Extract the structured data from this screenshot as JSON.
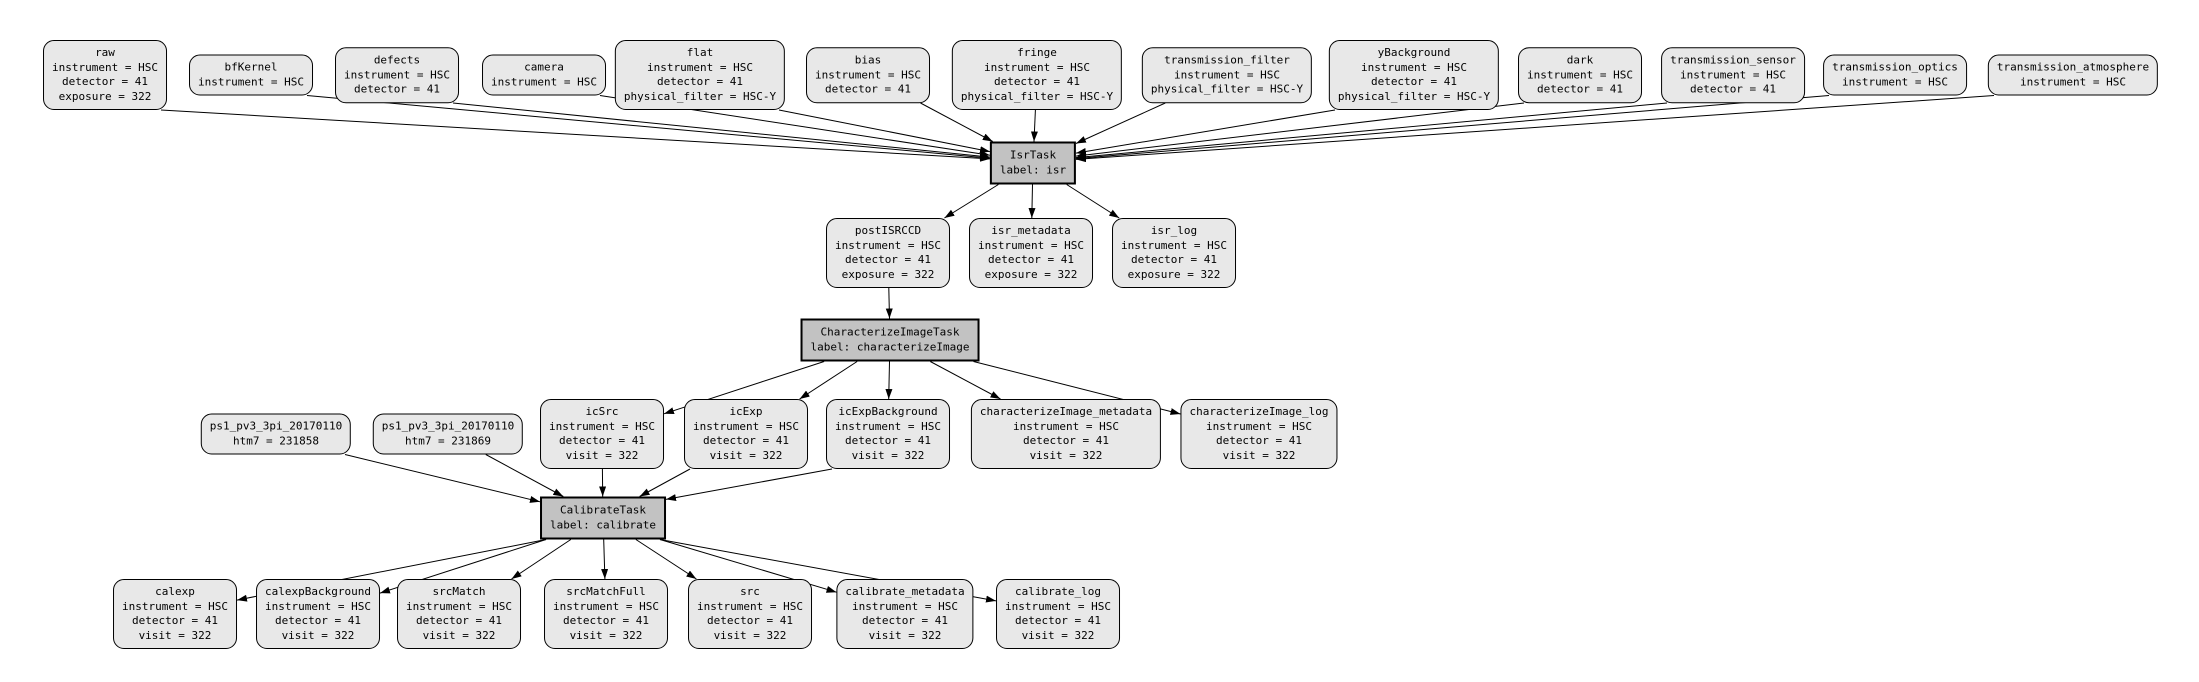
{
  "diagram": {
    "colors": {
      "background": "#ffffff",
      "dataset_fill": "#e8e8e8",
      "task_fill": "#c2c2c2",
      "border": "#000000",
      "edge": "#000000"
    },
    "nodes": [
      {
        "id": "raw",
        "kind": "dataset",
        "lines": [
          "raw",
          "instrument = HSC",
          "detector = 41",
          "exposure = 322"
        ]
      },
      {
        "id": "bfKernel",
        "kind": "dataset",
        "lines": [
          "bfKernel",
          "instrument = HSC"
        ]
      },
      {
        "id": "defects",
        "kind": "dataset",
        "lines": [
          "defects",
          "instrument = HSC",
          "detector = 41"
        ]
      },
      {
        "id": "camera",
        "kind": "dataset",
        "lines": [
          "camera",
          "instrument = HSC"
        ]
      },
      {
        "id": "flat",
        "kind": "dataset",
        "lines": [
          "flat",
          "instrument = HSC",
          "detector = 41",
          "physical_filter = HSC-Y"
        ]
      },
      {
        "id": "bias",
        "kind": "dataset",
        "lines": [
          "bias",
          "instrument = HSC",
          "detector = 41"
        ]
      },
      {
        "id": "fringe",
        "kind": "dataset",
        "lines": [
          "fringe",
          "instrument = HSC",
          "detector = 41",
          "physical_filter = HSC-Y"
        ]
      },
      {
        "id": "transmission_filter",
        "kind": "dataset",
        "lines": [
          "transmission_filter",
          "instrument = HSC",
          "physical_filter = HSC-Y"
        ]
      },
      {
        "id": "yBackground",
        "kind": "dataset",
        "lines": [
          "yBackground",
          "instrument = HSC",
          "detector = 41",
          "physical_filter = HSC-Y"
        ]
      },
      {
        "id": "dark",
        "kind": "dataset",
        "lines": [
          "dark",
          "instrument = HSC",
          "detector = 41"
        ]
      },
      {
        "id": "transmission_sensor",
        "kind": "dataset",
        "lines": [
          "transmission_sensor",
          "instrument = HSC",
          "detector = 41"
        ]
      },
      {
        "id": "transmission_optics",
        "kind": "dataset",
        "lines": [
          "transmission_optics",
          "instrument = HSC"
        ]
      },
      {
        "id": "transmission_atmosphere",
        "kind": "dataset",
        "lines": [
          "transmission_atmosphere",
          "instrument = HSC"
        ]
      },
      {
        "id": "isr",
        "kind": "task",
        "lines": [
          "IsrTask",
          "label: isr"
        ]
      },
      {
        "id": "postISRCCD",
        "kind": "dataset",
        "lines": [
          "postISRCCD",
          "instrument = HSC",
          "detector = 41",
          "exposure = 322"
        ]
      },
      {
        "id": "isr_metadata",
        "kind": "dataset",
        "lines": [
          "isr_metadata",
          "instrument = HSC",
          "detector = 41",
          "exposure = 322"
        ]
      },
      {
        "id": "isr_log",
        "kind": "dataset",
        "lines": [
          "isr_log",
          "instrument = HSC",
          "detector = 41",
          "exposure = 322"
        ]
      },
      {
        "id": "characterizeImage",
        "kind": "task",
        "lines": [
          "CharacterizeImageTask",
          "label: characterizeImage"
        ]
      },
      {
        "id": "ps1_a",
        "kind": "dataset",
        "lines": [
          "ps1_pv3_3pi_20170110",
          "htm7 = 231858"
        ]
      },
      {
        "id": "ps1_b",
        "kind": "dataset",
        "lines": [
          "ps1_pv3_3pi_20170110",
          "htm7 = 231869"
        ]
      },
      {
        "id": "icSrc",
        "kind": "dataset",
        "lines": [
          "icSrc",
          "instrument = HSC",
          "detector = 41",
          "visit = 322"
        ]
      },
      {
        "id": "icExp",
        "kind": "dataset",
        "lines": [
          "icExp",
          "instrument = HSC",
          "detector = 41",
          "visit = 322"
        ]
      },
      {
        "id": "icExpBackground",
        "kind": "dataset",
        "lines": [
          "icExpBackground",
          "instrument = HSC",
          "detector = 41",
          "visit = 322"
        ]
      },
      {
        "id": "characterizeImage_metadata",
        "kind": "dataset",
        "lines": [
          "characterizeImage_metadata",
          "instrument = HSC",
          "detector = 41",
          "visit = 322"
        ]
      },
      {
        "id": "characterizeImage_log",
        "kind": "dataset",
        "lines": [
          "characterizeImage_log",
          "instrument = HSC",
          "detector = 41",
          "visit = 322"
        ]
      },
      {
        "id": "calibrate",
        "kind": "task",
        "lines": [
          "CalibrateTask",
          "label: calibrate"
        ]
      },
      {
        "id": "calexp",
        "kind": "dataset",
        "lines": [
          "calexp",
          "instrument = HSC",
          "detector = 41",
          "visit = 322"
        ]
      },
      {
        "id": "calexpBackground",
        "kind": "dataset",
        "lines": [
          "calexpBackground",
          "instrument = HSC",
          "detector = 41",
          "visit = 322"
        ]
      },
      {
        "id": "srcMatch",
        "kind": "dataset",
        "lines": [
          "srcMatch",
          "instrument = HSC",
          "detector = 41",
          "visit = 322"
        ]
      },
      {
        "id": "srcMatchFull",
        "kind": "dataset",
        "lines": [
          "srcMatchFull",
          "instrument = HSC",
          "detector = 41",
          "visit = 322"
        ]
      },
      {
        "id": "src",
        "kind": "dataset",
        "lines": [
          "src",
          "instrument = HSC",
          "detector = 41",
          "visit = 322"
        ]
      },
      {
        "id": "calibrate_metadata",
        "kind": "dataset",
        "lines": [
          "calibrate_metadata",
          "instrument = HSC",
          "detector = 41",
          "visit = 322"
        ]
      },
      {
        "id": "calibrate_log",
        "kind": "dataset",
        "lines": [
          "calibrate_log",
          "instrument = HSC",
          "detector = 41",
          "visit = 322"
        ]
      }
    ],
    "edges": [
      [
        "raw",
        "isr"
      ],
      [
        "bfKernel",
        "isr"
      ],
      [
        "defects",
        "isr"
      ],
      [
        "camera",
        "isr"
      ],
      [
        "flat",
        "isr"
      ],
      [
        "bias",
        "isr"
      ],
      [
        "fringe",
        "isr"
      ],
      [
        "transmission_filter",
        "isr"
      ],
      [
        "yBackground",
        "isr"
      ],
      [
        "dark",
        "isr"
      ],
      [
        "transmission_sensor",
        "isr"
      ],
      [
        "transmission_optics",
        "isr"
      ],
      [
        "transmission_atmosphere",
        "isr"
      ],
      [
        "isr",
        "postISRCCD"
      ],
      [
        "isr",
        "isr_metadata"
      ],
      [
        "isr",
        "isr_log"
      ],
      [
        "postISRCCD",
        "characterizeImage"
      ],
      [
        "characterizeImage",
        "icSrc"
      ],
      [
        "characterizeImage",
        "icExp"
      ],
      [
        "characterizeImage",
        "icExpBackground"
      ],
      [
        "characterizeImage",
        "characterizeImage_metadata"
      ],
      [
        "characterizeImage",
        "characterizeImage_log"
      ],
      [
        "ps1_a",
        "calibrate"
      ],
      [
        "ps1_b",
        "calibrate"
      ],
      [
        "icSrc",
        "calibrate"
      ],
      [
        "icExp",
        "calibrate"
      ],
      [
        "icExpBackground",
        "calibrate"
      ],
      [
        "calibrate",
        "calexp"
      ],
      [
        "calibrate",
        "calexpBackground"
      ],
      [
        "calibrate",
        "srcMatch"
      ],
      [
        "calibrate",
        "srcMatchFull"
      ],
      [
        "calibrate",
        "src"
      ],
      [
        "calibrate",
        "calibrate_metadata"
      ],
      [
        "calibrate",
        "calibrate_log"
      ]
    ]
  }
}
